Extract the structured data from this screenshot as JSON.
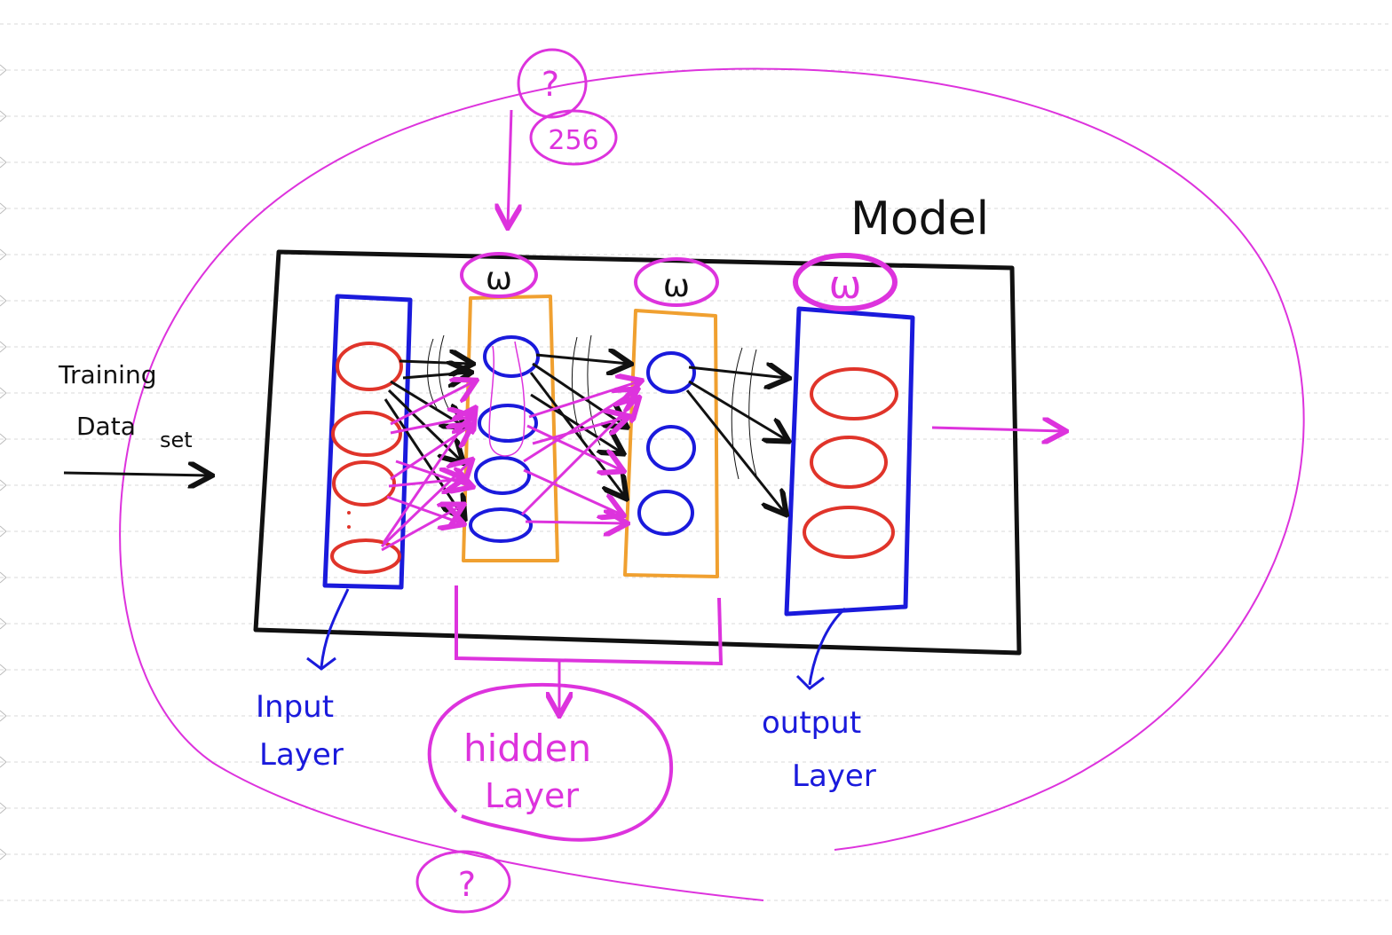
{
  "labels": {
    "training_line1": "Training",
    "training_line2": "Data",
    "training_line3": "set",
    "model": "Model",
    "input_line1": "Input",
    "input_line2": "Layer",
    "hidden_line1": "hidden",
    "hidden_line2": "Layer",
    "output_line1": "output",
    "output_line2": "Layer",
    "weight_symbol": "ω",
    "top_question": "?",
    "top_number": "256",
    "bottom_question": "?"
  },
  "colors": {
    "ink_black": "#111111",
    "ink_blue": "#1a1adc",
    "ink_red": "#e0342a",
    "ink_orange": "#f0a030",
    "ink_magenta": "#dd33dd",
    "ruled_line": "#d8d8d8"
  }
}
